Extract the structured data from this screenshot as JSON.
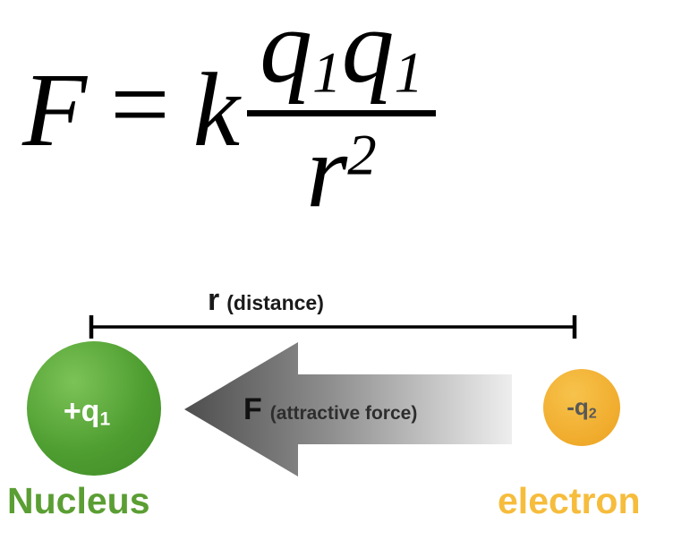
{
  "formula": {
    "lhs": "F",
    "equals": "=",
    "constant": "k",
    "numerator": {
      "q1_base": "q",
      "q1_sub": "1",
      "q2_base": "q",
      "q2_sub": "1"
    },
    "denominator": {
      "base": "r",
      "exp": "2"
    }
  },
  "diagram": {
    "distance": {
      "symbol": "r",
      "caption": "(distance)"
    },
    "force": {
      "symbol": "F",
      "caption": "(attractive force)"
    },
    "nucleus": {
      "charge_base": "+q",
      "charge_sub": "1",
      "label": "Nucleus"
    },
    "electron": {
      "charge_base": "-q",
      "charge_sub": "2",
      "label": "electron"
    }
  },
  "colors": {
    "nucleus_fill": "#4f9e31",
    "nucleus_label_text": "#5b9e33",
    "electron_fill": "#f0ab2c",
    "electron_label_text": "#f6bc3c",
    "arrow_dark": "#4e4e4e",
    "arrow_light": "#eeeeee",
    "line_color": "#000000",
    "background": "#ffffff"
  }
}
